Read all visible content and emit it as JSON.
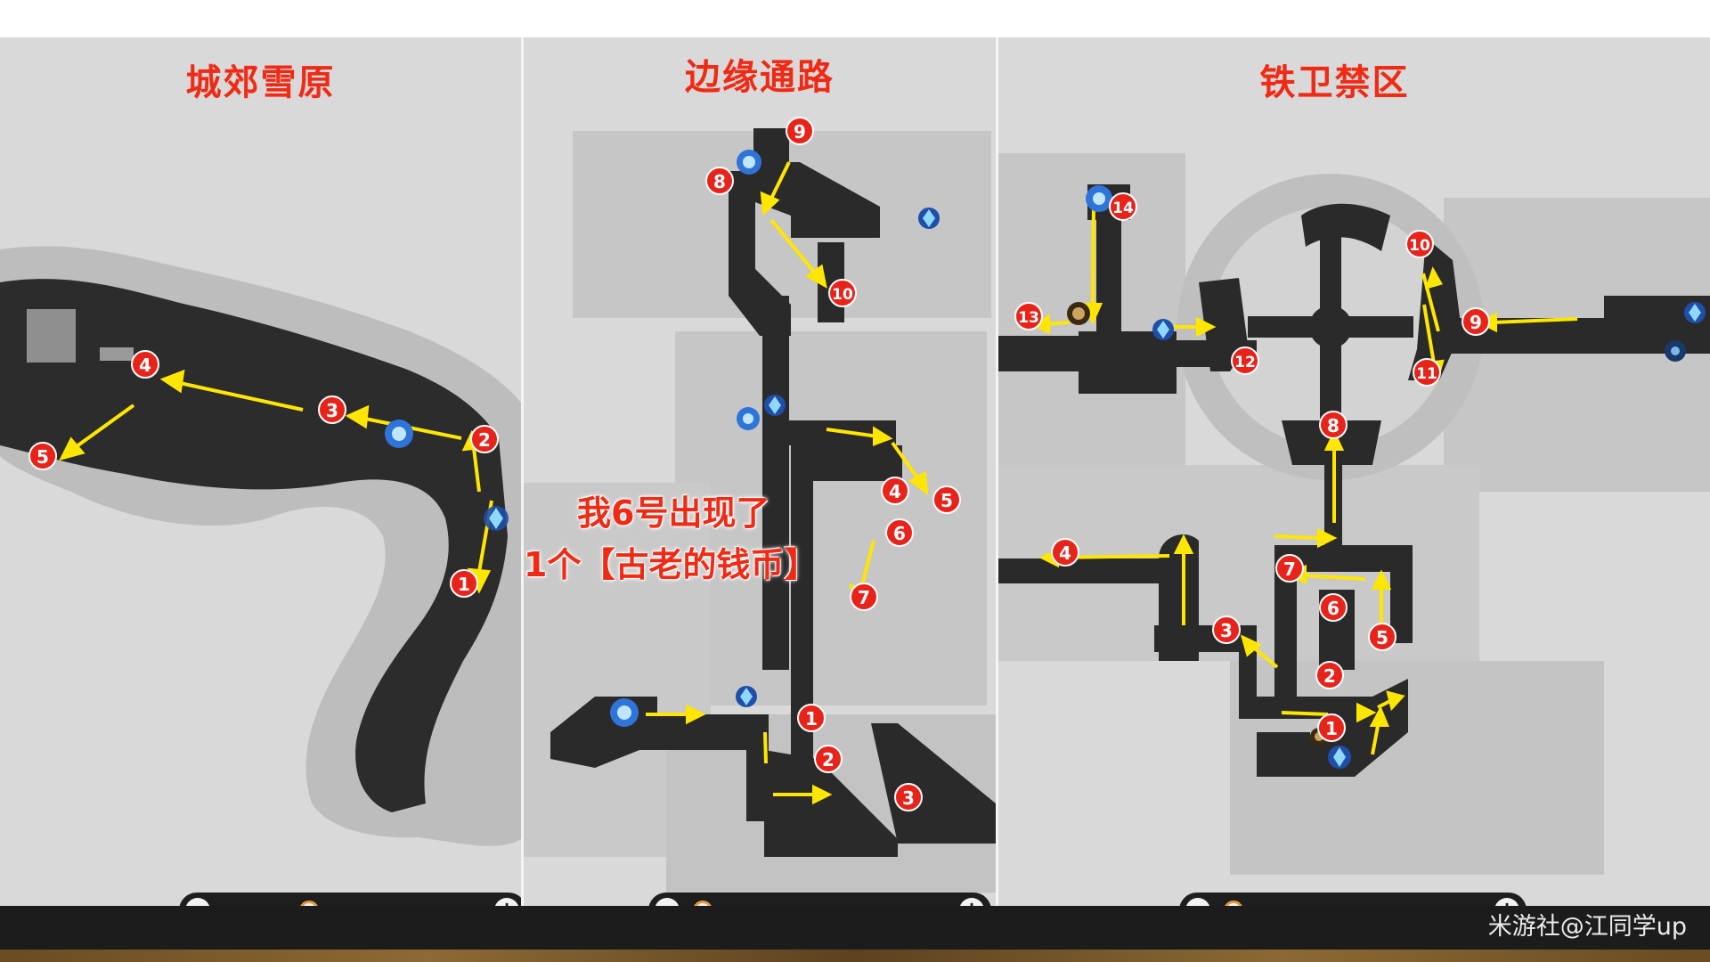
{
  "panels": [
    {
      "title": "城郊雪原",
      "markers": [
        {
          "label": "1"
        },
        {
          "label": "2"
        },
        {
          "label": "3"
        },
        {
          "label": "4"
        },
        {
          "label": "5"
        }
      ],
      "zoom_level": 0.32
    },
    {
      "title": "边缘通路",
      "note_line1": "我6号出现了",
      "note_line2": "1个【古老的钱币】",
      "markers": [
        {
          "label": "1"
        },
        {
          "label": "2"
        },
        {
          "label": "3"
        },
        {
          "label": "4"
        },
        {
          "label": "5"
        },
        {
          "label": "6"
        },
        {
          "label": "7"
        },
        {
          "label": "8"
        },
        {
          "label": "9"
        },
        {
          "label": "10"
        }
      ],
      "zoom_level": 0.02
    },
    {
      "title": "铁卫禁区",
      "markers": [
        {
          "label": "1"
        },
        {
          "label": "2"
        },
        {
          "label": "3"
        },
        {
          "label": "4"
        },
        {
          "label": "5"
        },
        {
          "label": "6"
        },
        {
          "label": "7"
        },
        {
          "label": "8"
        },
        {
          "label": "9"
        },
        {
          "label": "10"
        },
        {
          "label": "11"
        },
        {
          "label": "12"
        },
        {
          "label": "13"
        },
        {
          "label": "14"
        }
      ],
      "zoom_level": 0.02
    }
  ],
  "zoom_minus": "−",
  "zoom_plus": "+",
  "watermark": "米游社@江同学up",
  "colors": {
    "marker": "#e8231a",
    "route_arrow": "#ffe600",
    "title": "#f02a14",
    "walkable": "#2a2a2a",
    "ground": "#d9d9d9",
    "zoom_fill": "#e89a3c"
  },
  "icons": [
    "space-anchor-icon",
    "teleport-icon",
    "treasure-chest-icon"
  ]
}
